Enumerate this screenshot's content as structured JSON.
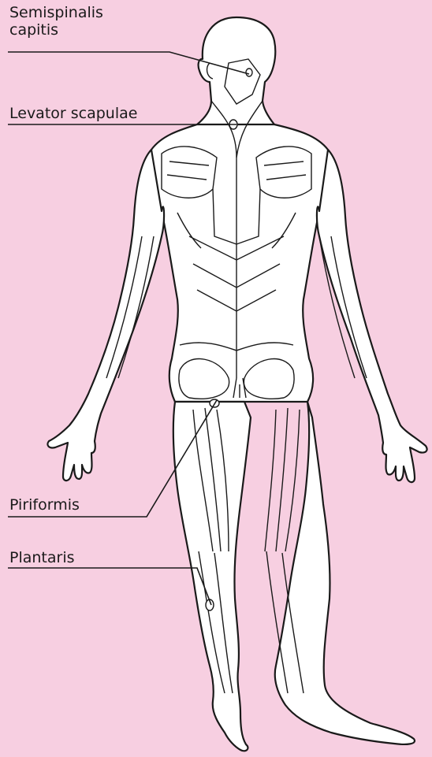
{
  "labels": {
    "semispinalis_line1": "Semispinalis",
    "semispinalis_line2": "capitis",
    "levator": "Levator scapulae",
    "piriformis": "Piriformis",
    "plantaris": "Plantaris"
  },
  "colors": {
    "background": "#f7cfe1",
    "body_fill": "#ffffff",
    "outline": "#1a1a1a",
    "leader_line": "#1a1a1a"
  },
  "icons": {
    "figure": "posterior-muscle-anatomy-illustration"
  }
}
